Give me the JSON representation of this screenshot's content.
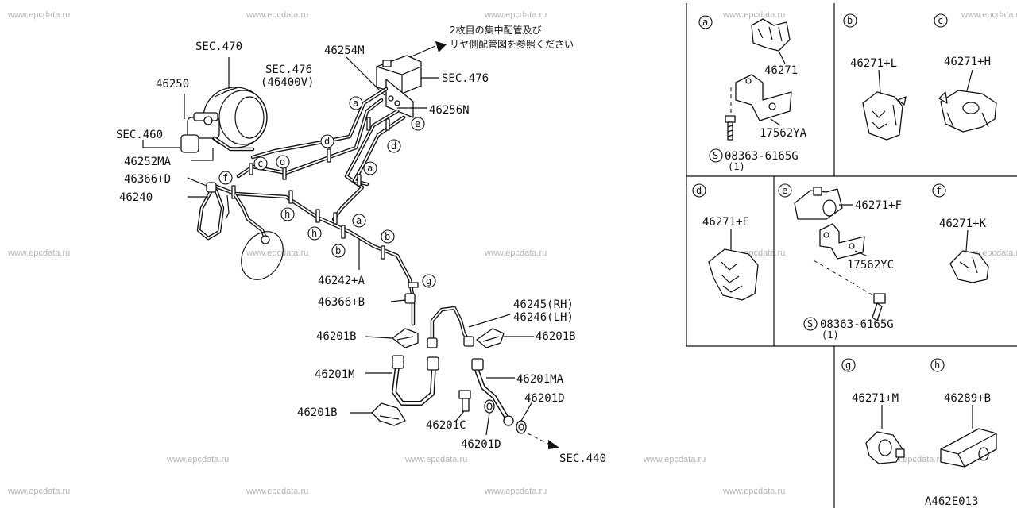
{
  "watermark": "www.epcdata.ru",
  "diagram_code": "A462E013",
  "note_jp": [
    "2枚目の集中配管及び",
    "リヤ側配管図を参照ください"
  ],
  "main_labels": {
    "sec470": "SEC.470",
    "sec476_a": "SEC.476",
    "sec476_a_sub": "(46400V)",
    "sec476_b": "SEC.476",
    "sec460": "SEC.460",
    "sec440": "SEC.440",
    "p46250": "46250",
    "p46254M": "46254M",
    "p46256N": "46256N",
    "p46252MA": "46252MA",
    "p46366D": "46366+D",
    "p46240": "46240",
    "p46242A": "46242+A",
    "p46366B": "46366+B",
    "p46245": "46245(RH)",
    "p46246": "46246(LH)",
    "p46201B_l": "46201B",
    "p46201B_r": "46201B",
    "p46201B_bl": "46201B",
    "p46201M": "46201M",
    "p46201MA": "46201MA",
    "p46201C": "46201C",
    "p46201D_a": "46201D",
    "p46201D_b": "46201D"
  },
  "callouts": [
    "a",
    "b",
    "c",
    "d",
    "e",
    "f",
    "g",
    "h"
  ],
  "detail_panels": {
    "a": {
      "letter": "a",
      "parts": [
        "46271",
        "17562YA"
      ],
      "screw": "08363-6165G",
      "qty": "(1)"
    },
    "b": {
      "letter": "b",
      "part": "46271+L"
    },
    "c": {
      "letter": "c",
      "part": "46271+H"
    },
    "d": {
      "letter": "d",
      "part": "46271+E"
    },
    "e": {
      "letter": "e",
      "parts": [
        "46271+F",
        "17562YC"
      ],
      "screw": "08363-6165G",
      "qty": "(1)"
    },
    "f": {
      "letter": "f",
      "part": "46271+K"
    },
    "g": {
      "letter": "g",
      "part": "46271+M"
    },
    "h": {
      "letter": "h",
      "part": "46289+B"
    }
  },
  "screw_symbol": "S"
}
